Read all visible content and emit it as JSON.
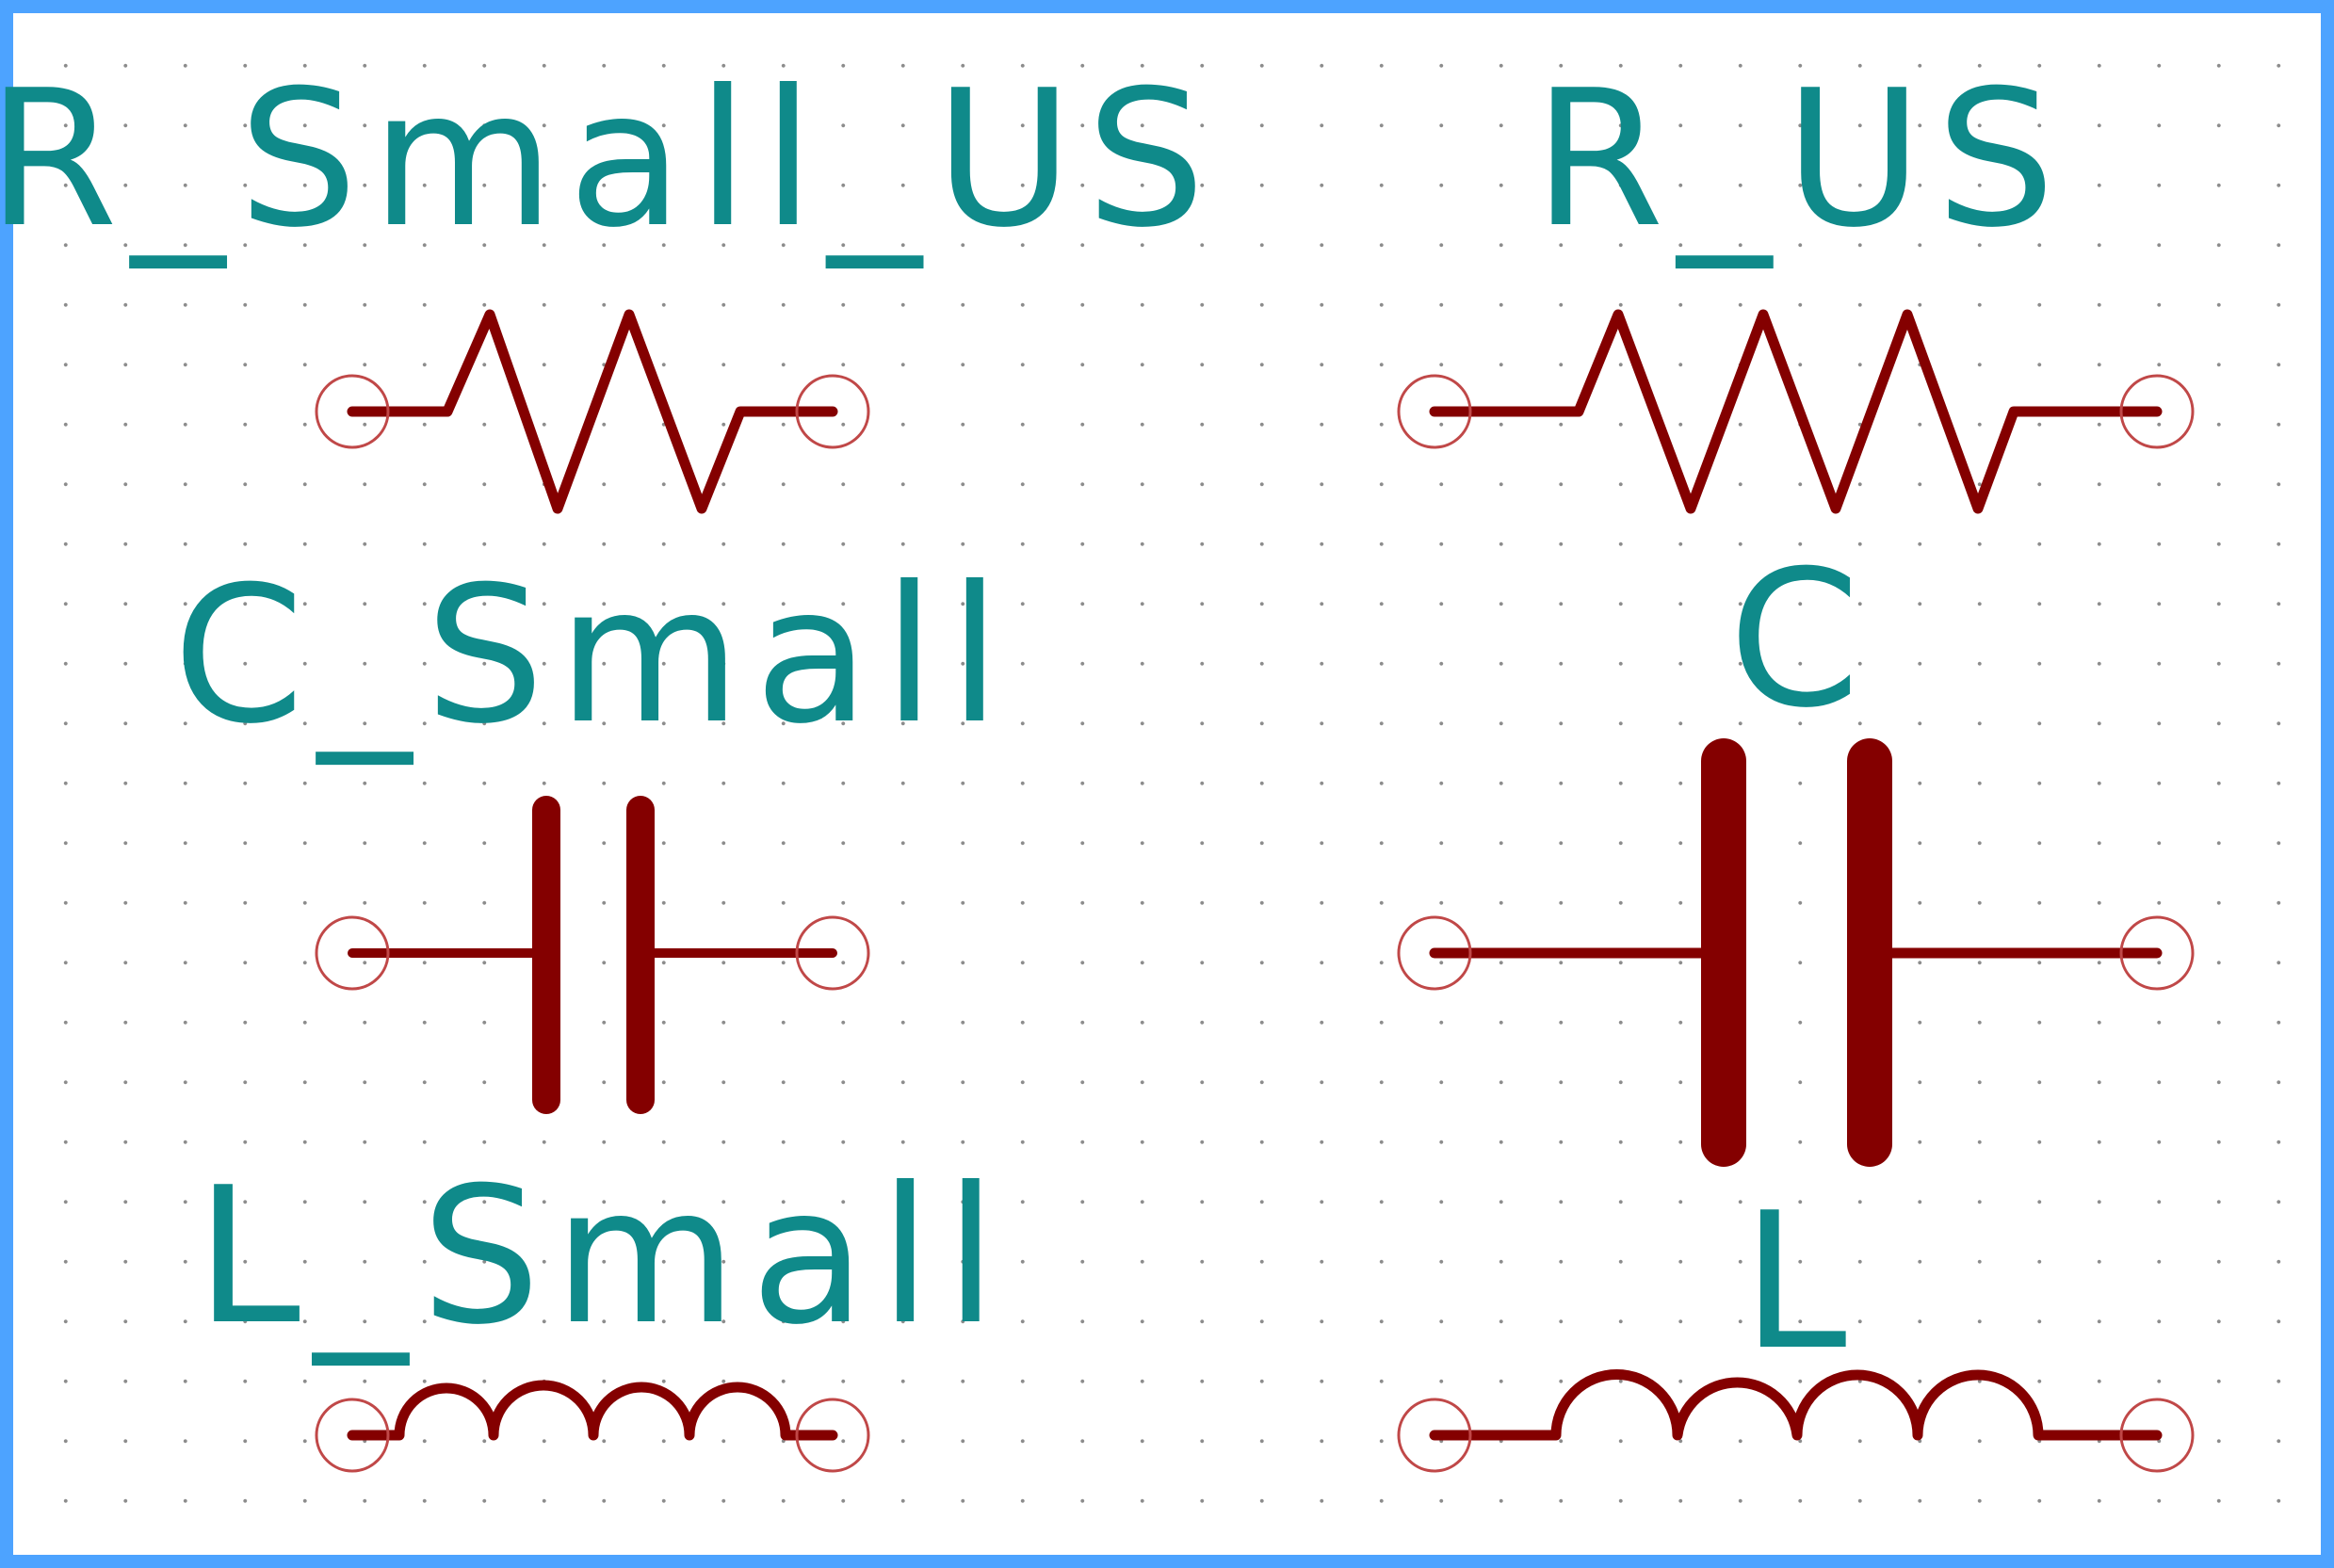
{
  "colors": {
    "border": "#4da3ff",
    "label": "#0f8a8a",
    "symbol": "#840000",
    "pin_circle": "#c04848",
    "grid_dot": "#8c8c8c"
  },
  "components": [
    {
      "id": "r-small-us",
      "label": "R_Small_US",
      "kind": "resistor-us-small"
    },
    {
      "id": "r-us",
      "label": "R_US",
      "kind": "resistor-us"
    },
    {
      "id": "c-small",
      "label": "C_Small",
      "kind": "capacitor-small"
    },
    {
      "id": "c",
      "label": "C",
      "kind": "capacitor"
    },
    {
      "id": "l-small",
      "label": "L_Small",
      "kind": "inductor-small"
    },
    {
      "id": "l",
      "label": "L",
      "kind": "inductor"
    }
  ]
}
